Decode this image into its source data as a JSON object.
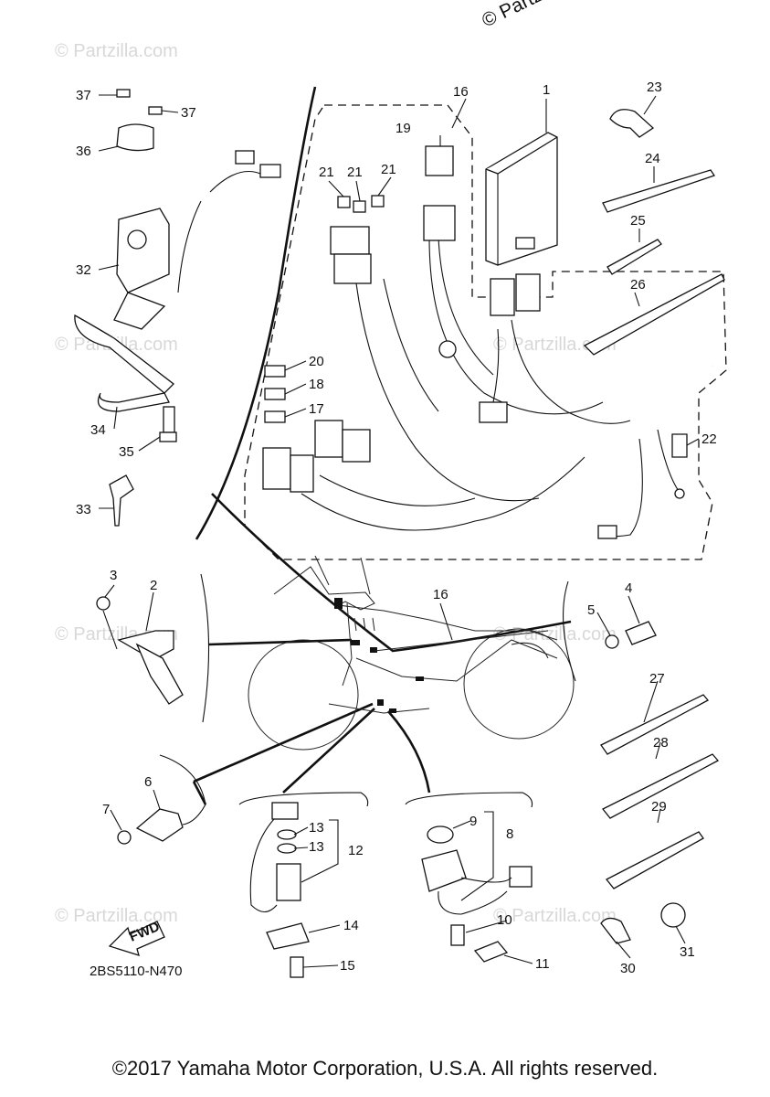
{
  "watermark_top": "© Partzilla.com",
  "watermark_tile": "© Partzilla.com",
  "copyright": "©2017 Yamaha Motor Corporation, U.S.A. All rights reserved.",
  "diagram_code": "2BS5110-N470",
  "fwd_label": "FWD",
  "callouts": {
    "c1": "1",
    "c2": "2",
    "c3": "3",
    "c4": "4",
    "c5": "5",
    "c6": "6",
    "c7": "7",
    "c8": "8",
    "c9": "9",
    "c10": "10",
    "c11": "11",
    "c12": "12",
    "c13a": "13",
    "c13b": "13",
    "c14": "14",
    "c15": "15",
    "c16a": "16",
    "c16b": "16",
    "c17": "17",
    "c18": "18",
    "c19": "19",
    "c20": "20",
    "c21a": "21",
    "c21b": "21",
    "c21c": "21",
    "c22": "22",
    "c23": "23",
    "c24": "24",
    "c25": "25",
    "c26": "26",
    "c27": "27",
    "c28": "28",
    "c29": "29",
    "c30": "30",
    "c31": "31",
    "c32": "32",
    "c33": "33",
    "c34": "34",
    "c35": "35",
    "c36": "36",
    "c37a": "37",
    "c37b": "37"
  }
}
